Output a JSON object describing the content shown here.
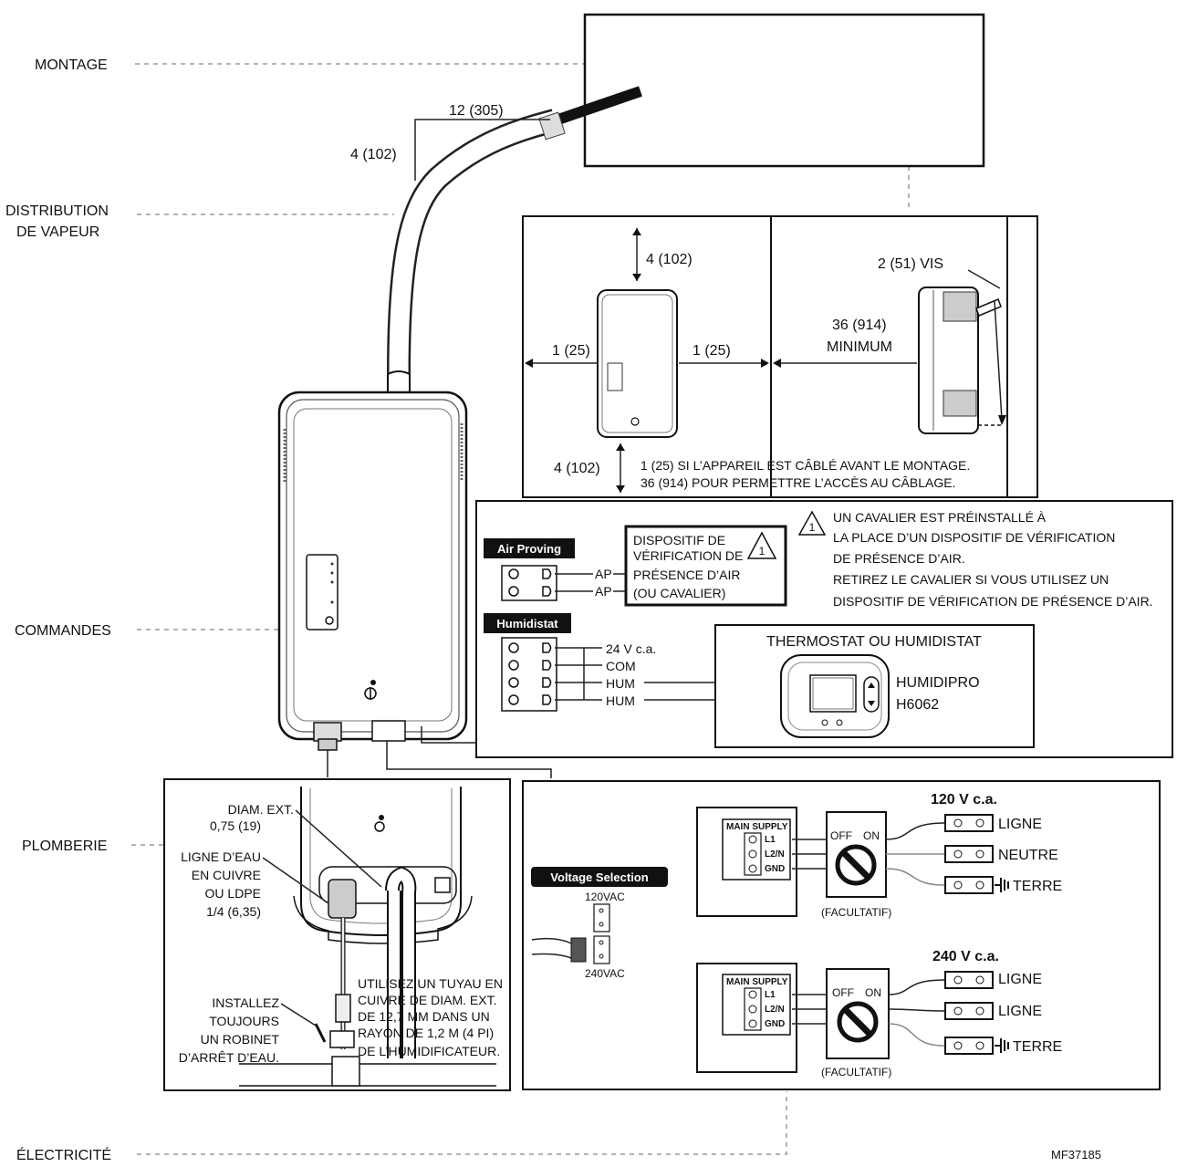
{
  "sections": {
    "montage": "MONTAGE",
    "distribution_l1": "DISTRIBUTION",
    "distribution_l2": "DE VAPEUR",
    "commandes": "COMMANDES",
    "plomberie": "PLOMBERIE",
    "electricite": "ÉLECTRICITÉ"
  },
  "steam": {
    "dim_horizontal": "12 (305)",
    "dim_vertical": "4 (102)"
  },
  "clearance": {
    "top": "4 (102)",
    "left": "1 (25)",
    "right": "1 (25)",
    "bottom": "4 (102)",
    "screws": "2 (51) VIS",
    "min_value": "36 (914)",
    "min_label": "MINIMUM",
    "note_l1": "1 (25) SI L’APPAREIL EST CÂBLÉ AVANT LE MONTAGE.",
    "note_l2": "36 (914) POUR PERMETTRE L’ACCÈS AU CÂBLAGE."
  },
  "controls": {
    "air_proving": "Air Proving",
    "humidistat": "Humidistat",
    "ap_1": "AP",
    "ap_2": "AP",
    "device_l1": "DISPOSITIF DE",
    "device_l2": "VÉRIFICATION DE",
    "device_l3": "PRÉSENCE D’AIR",
    "device_l4": "(OU CAVALIER)",
    "warn_num": "1",
    "warn_l1": "UN CAVALIER EST PRÉINSTALLÉ À",
    "warn_l2": "LA PLACE D’UN DISPOSITIF DE VÉRIFICATION",
    "warn_l3": "DE PRÉSENCE D’AIR.",
    "warn_l4": "RETIREZ LE CAVALIER SI VOUS UTILISEZ UN",
    "warn_l5": "DISPOSITIF DE VÉRIFICATION DE PRÉSENCE D’AIR.",
    "term_24v": "24 V c.a.",
    "term_com": "COM",
    "term_hum1": "HUM",
    "term_hum2": "HUM",
    "thermo_title": "THERMOSTAT OU HUMIDISTAT",
    "thermo_model_l1": "HUMIDIPRO",
    "thermo_model_l2": "H6062"
  },
  "plumbing": {
    "diam_l1": "DIAM. EXT.",
    "diam_l2": "0,75 (19)",
    "line_l1": "LIGNE D’EAU",
    "line_l2": "EN CUIVRE",
    "line_l3": "OU LDPE",
    "line_l4": "1/4 (6,35)",
    "valve_l1": "INSTALLEZ",
    "valve_l2": "TOUJOURS",
    "valve_l3": "UN ROBINET",
    "valve_l4": "D’ARRÊT D’EAU.",
    "pipe_l1": "UTILISEZ UN TUYAU EN",
    "pipe_l2": "CUIVRE DE DIAM. EXT.",
    "pipe_l3": "DE 12,7 MM DANS UN",
    "pipe_l4": "RAYON DE 1,2 M (4 PI)",
    "pipe_l5": "DE L’HUMIDIFICATEUR."
  },
  "electrical": {
    "voltage_selection": "Voltage Selection",
    "v120": "120VAC",
    "v240": "240VAC",
    "head_120": "120 V c.a.",
    "head_240": "240 V c.a.",
    "main_supply": "MAIN SUPPLY",
    "l1": "L1",
    "l2n": "L2/N",
    "gnd": "GND",
    "off": "OFF",
    "on": "ON",
    "optional": "(FACULTATIF)",
    "ligne": "LIGNE",
    "neutre": "NEUTRE",
    "terre": "TERRE"
  },
  "figure_id": "MF37185"
}
